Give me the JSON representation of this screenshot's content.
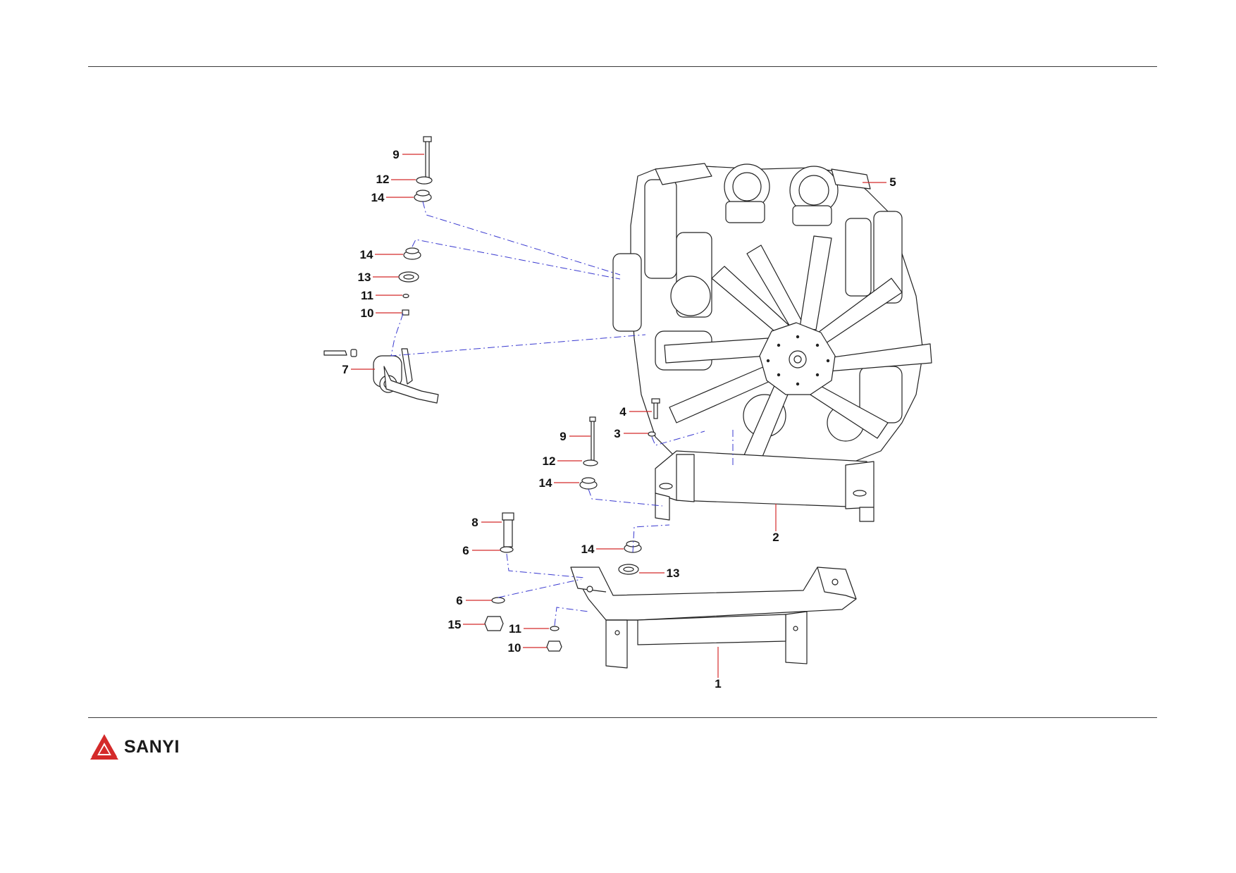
{
  "brand": {
    "name": "SANYI",
    "accent": "#d42a2a"
  },
  "colors": {
    "leader": "#d42a2a",
    "dash": "#3a3ad0",
    "line": "#222222"
  },
  "callouts": [
    {
      "key": "9a",
      "label": "9"
    },
    {
      "key": "12a",
      "label": "12"
    },
    {
      "key": "14a",
      "label": "14"
    },
    {
      "key": "14b",
      "label": "14"
    },
    {
      "key": "13a",
      "label": "13"
    },
    {
      "key": "11a",
      "label": "11"
    },
    {
      "key": "10a",
      "label": "10"
    },
    {
      "key": "7",
      "label": "7"
    },
    {
      "key": "5",
      "label": "5"
    },
    {
      "key": "4",
      "label": "4"
    },
    {
      "key": "3",
      "label": "3"
    },
    {
      "key": "9b",
      "label": "9"
    },
    {
      "key": "12b",
      "label": "12"
    },
    {
      "key": "14c",
      "label": "14"
    },
    {
      "key": "8",
      "label": "8"
    },
    {
      "key": "6a",
      "label": "6"
    },
    {
      "key": "14d",
      "label": "14"
    },
    {
      "key": "13b",
      "label": "13"
    },
    {
      "key": "6b",
      "label": "6"
    },
    {
      "key": "15",
      "label": "15"
    },
    {
      "key": "11b",
      "label": "11"
    },
    {
      "key": "10b",
      "label": "10"
    },
    {
      "key": "2",
      "label": "2"
    },
    {
      "key": "1",
      "label": "1"
    }
  ]
}
